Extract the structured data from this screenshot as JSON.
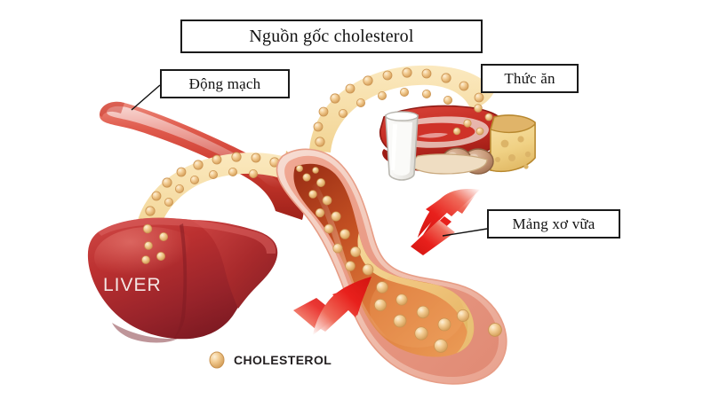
{
  "title": {
    "text": "Nguồn gốc cholesterol"
  },
  "labels": {
    "artery": "Động mạch",
    "food": "Thức ăn",
    "plaque": "Mảng xơ vữa",
    "liver": "LIVER"
  },
  "legend": {
    "marker": "cholesterol-sphere",
    "text": "CHOLESTEROL"
  },
  "colors": {
    "background": "#ffffff",
    "box_border": "#1a1a1a",
    "text": "#111111",
    "artery_red_light": "#e8766a",
    "artery_red": "#d4453c",
    "artery_red_dark": "#a8241f",
    "vessel_wall_outer": "#f3c9bd",
    "vessel_wall_inner": "#ef9e8b",
    "lumen_dark": "#b0381f",
    "lumen_mid": "#d9652f",
    "lumen_light": "#e98c48",
    "plaque_yellow": "#f0cf8a",
    "plaque_yellow_dark": "#e3bb68",
    "cholesterol_sphere": "#f0c98e",
    "cholesterol_sphere_edge": "#c89352",
    "liver_dark": "#8e1f24",
    "liver_mid": "#b5282c",
    "liver_light": "#d4494a",
    "arrow_red": "#e8201c",
    "flow_band": "#f6dda6",
    "milk_white": "#f2f2f0",
    "meat_red": "#cf3228",
    "cheese_yellow": "#f0d184",
    "cheese_crust": "#e0b469",
    "egg_brown": "#c79878"
  },
  "elements": {
    "artery_vessel": "artery-cross-section",
    "liver_organ": "liver-organ",
    "food_group": "food-items",
    "flow_liver": "cholesterol-flow-from-liver",
    "flow_food": "cholesterol-flow-from-food",
    "arrow_top": "plaque-pointer-arrow-upper",
    "arrow_bottom": "plaque-pointer-arrow-lower"
  },
  "food_items": [
    {
      "name": "milk-glass",
      "label": "milk"
    },
    {
      "name": "steak-meat",
      "label": "meat"
    },
    {
      "name": "cheese-wedge",
      "label": "cheese"
    },
    {
      "name": "eggs",
      "label": "eggs"
    }
  ]
}
